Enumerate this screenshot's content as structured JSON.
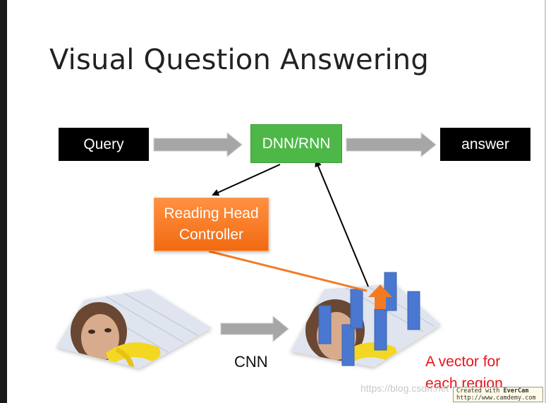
{
  "slide": {
    "title": "Visual Question Answering"
  },
  "nodes": {
    "query": "Query",
    "dnn_rnn": "DNN/RNN",
    "answer": "answer",
    "reading_head_line1": "Reading Head",
    "reading_head_line2": "Controller",
    "cnn": "CNN",
    "vector_line1": "A vector for",
    "vector_line2": "each region"
  },
  "colors": {
    "query_box": "#000000",
    "dnn_box": "#4db848",
    "answer_box": "#000000",
    "reading_head_box": "#f26a10",
    "vector_label": "#e8141b",
    "region_bars": "#4a78d0",
    "flow_arrows": "#a6a6a6"
  },
  "watermark": {
    "text": "https://blog.csdn.net",
    "badge_line1_prefix": "Created with ",
    "badge_line1_brand": "EverCam",
    "badge_line2": "http://www.camdemy.com"
  }
}
